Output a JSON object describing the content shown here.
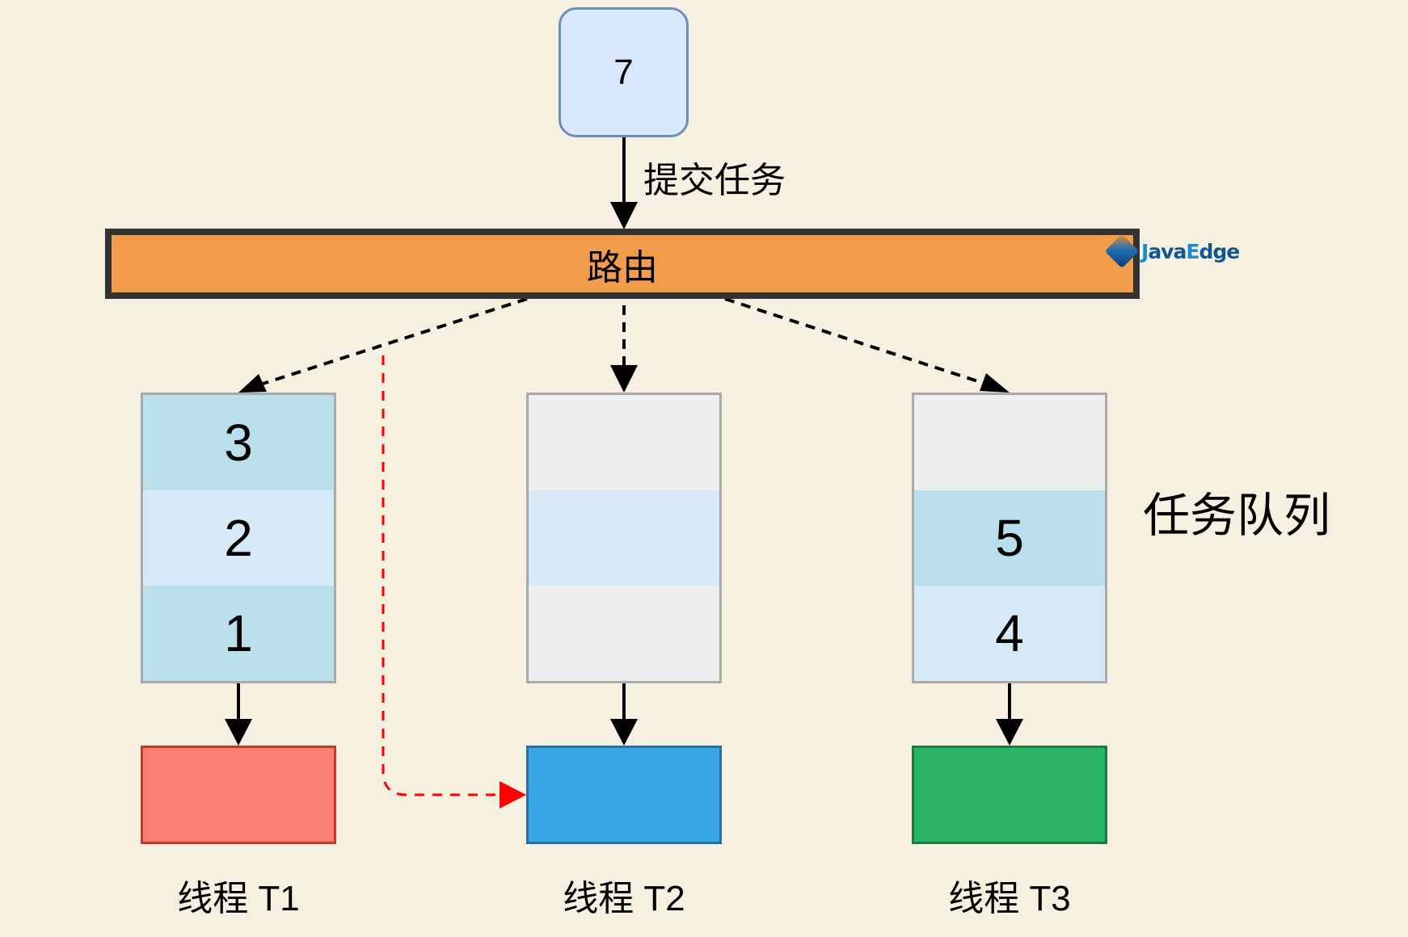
{
  "task": {
    "label": "7"
  },
  "submit_label": "提交任务",
  "router": {
    "label": "路由"
  },
  "watermark": {
    "part1_a": "J",
    "part1_b": "ava",
    "part2_a": "E",
    "part2_b": "dge"
  },
  "queue_title": "任务队列",
  "queues": [
    {
      "cells": [
        {
          "value": "3",
          "color": "#b9dfea"
        },
        {
          "value": "2",
          "color": "#d6e9f6"
        },
        {
          "value": "1",
          "color": "#b9dfea"
        }
      ]
    },
    {
      "cells": [
        {
          "value": "",
          "color": "#eeeeee"
        },
        {
          "value": "",
          "color": "#d6e9f6"
        },
        {
          "value": "",
          "color": "#eeeeee"
        }
      ]
    },
    {
      "cells": [
        {
          "value": "",
          "color": "#eeeeee"
        },
        {
          "value": "5",
          "color": "#b9dfea"
        },
        {
          "value": "4",
          "color": "#d6e9f6"
        }
      ]
    }
  ],
  "threads": [
    {
      "label": "线程 T1",
      "color": "#fa8072"
    },
    {
      "label": "线程 T2",
      "color": "#39a5e5"
    },
    {
      "label": "线程 T3",
      "color": "#2bb566"
    }
  ],
  "colors": {
    "background": "#f5f0df",
    "router_fill": "#f19c4a",
    "router_border": "#333333",
    "steal_arrow": "#ff0000",
    "arrow": "#000000"
  }
}
